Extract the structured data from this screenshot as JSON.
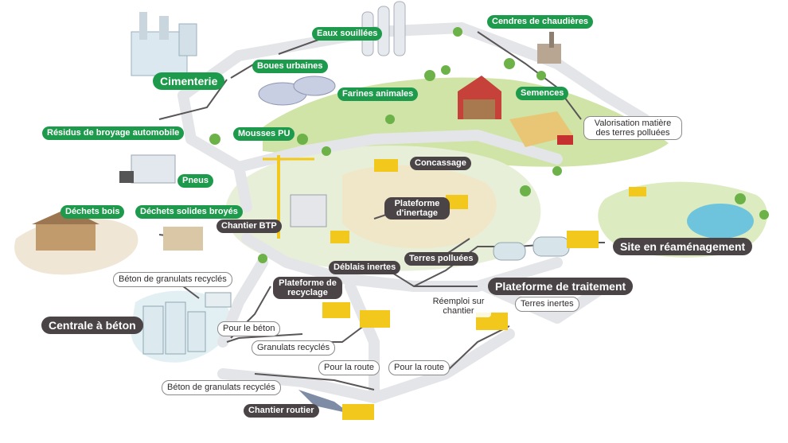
{
  "colors": {
    "accent_green": "#1e9a4c",
    "dark_label": "#4a4446",
    "flow_arrow": "#5a5658",
    "road": "#e4e5e8",
    "grass": "#cfe4a6",
    "machine_yellow": "#f2c81c"
  },
  "labels": {
    "cimenterie": "Cimenterie",
    "boues_urbaines": "Boues urbaines",
    "eaux_souillees": "Eaux souillées",
    "cendres_chaudieres": "Cendres de chaudières",
    "farines_animales": "Farines animales",
    "semences": "Semences",
    "valorisation": "Valorisation matière des terres polluées",
    "residus_broyage": "Résidus de broyage automobile",
    "mousses_pu": "Mousses PU",
    "pneus": "Pneus",
    "concassage": "Concassage",
    "dechets_bois": "Déchets bois",
    "dechets_solides": "Déchets solides broyés",
    "chantier_btp": "Chantier BTP",
    "plateforme_inertage": "Plateforme d'inertage",
    "site_reamenagement": "Site en réaménagement",
    "deblais_inertes": "Déblais inertes",
    "terres_polluees": "Terres polluées",
    "beton_granulats_1": "Béton de granulats recyclés",
    "plateforme_recyclage": "Plateforme de recyclage",
    "plateforme_traitement": "Plateforme de traitement",
    "reemploi": "Réemploi sur chantier",
    "terres_inertes": "Terres inertes",
    "centrale_beton": "Centrale à béton",
    "pour_le_beton": "Pour le béton",
    "granulats_recycles": "Granulats recyclés",
    "pour_la_route_1": "Pour la route",
    "pour_la_route_2": "Pour la route",
    "beton_granulats_2": "Béton de granulats recyclés",
    "chantier_routier": "Chantier routier"
  }
}
